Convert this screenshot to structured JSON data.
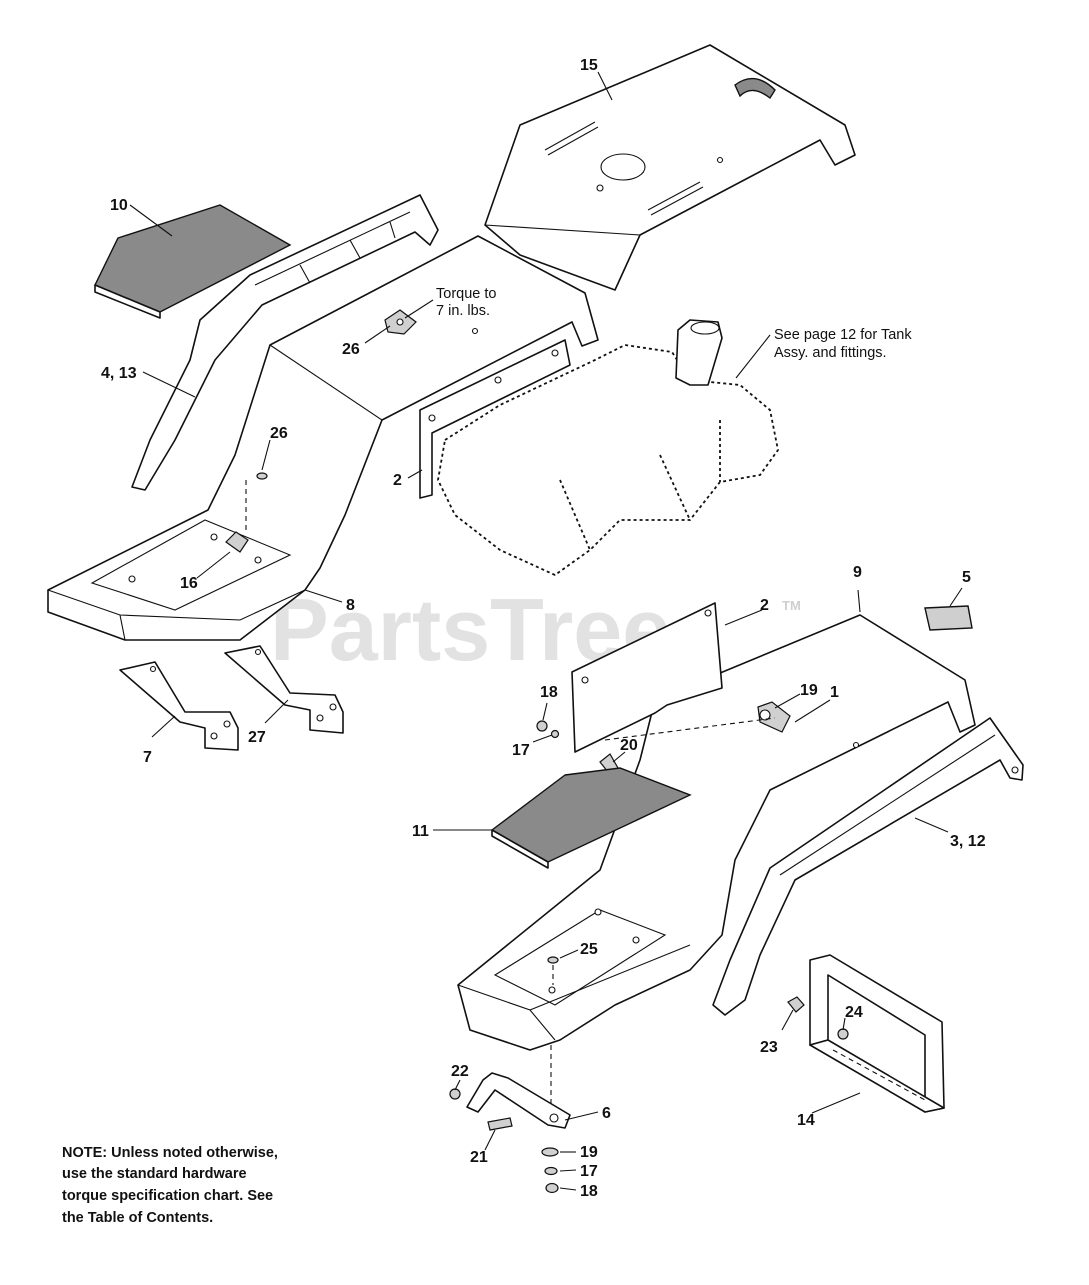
{
  "diagram": {
    "watermark": {
      "text": "PartsTree",
      "trademark": "TM"
    },
    "notes": {
      "torque": [
        "Torque to",
        "7 in. lbs."
      ],
      "tank": [
        "See page 12 for Tank",
        "Assy. and fittings."
      ],
      "footer": [
        "NOTE: Unless noted otherwise,",
        "use the standard hardware",
        "torque specification chart. See",
        "the Table of Contents."
      ]
    },
    "callouts": {
      "c15": "15",
      "c10": "10",
      "c413": "4, 13",
      "c26a": "26",
      "c26b": "26",
      "c2a": "2",
      "c16": "16",
      "c8": "8",
      "c7": "7",
      "c27": "27",
      "c9": "9",
      "c5": "5",
      "c2b": "2",
      "c18a": "18",
      "c17a": "17",
      "c19a": "19",
      "c1": "1",
      "c20": "20",
      "c11": "11",
      "c312": "3, 12",
      "c25": "25",
      "c24": "24",
      "c23": "23",
      "c14": "14",
      "c22": "22",
      "c6": "6",
      "c21": "21",
      "c19b": "19",
      "c17b": "17",
      "c18b": "18"
    }
  }
}
